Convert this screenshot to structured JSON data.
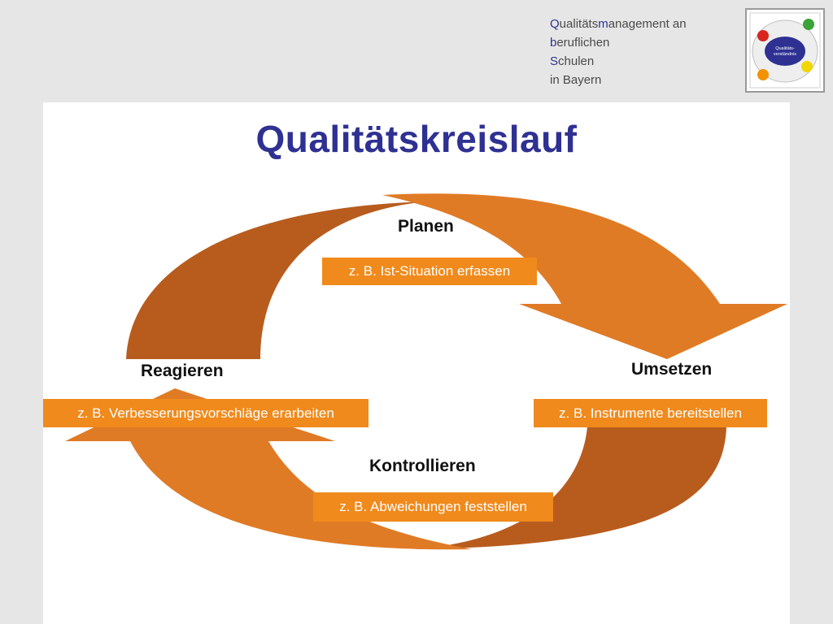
{
  "header": {
    "lines": [
      {
        "initial": "Q",
        "rest": "ualitäts",
        "highlight": "m",
        "tail": "anagement an"
      },
      {
        "initial": "b",
        "rest": "eruflichen"
      },
      {
        "initial": "S",
        "rest": "chulen"
      },
      {
        "initial": "",
        "rest": "in Bayern"
      }
    ]
  },
  "logo": {
    "center_label_1": "Qualitäts-",
    "center_label_2": "verständnis",
    "colors": {
      "red": "#d7261e",
      "green": "#3aa339",
      "yellow": "#f2d600",
      "orange": "#f39200",
      "blue": "#2e3192"
    }
  },
  "title": "Qualitätskreislauf",
  "stages": {
    "plan": {
      "label": "Planen",
      "note": "z. B. Ist-Situation erfassen"
    },
    "do": {
      "label": "Umsetzen",
      "note": "z. B. Instrumente bereitstellen"
    },
    "check": {
      "label": "Kontrollieren",
      "note": "z. B. Abweichungen feststellen"
    },
    "act": {
      "label": "Reagieren",
      "note": "z. B. Verbesserungsvorschläge erarbeiten"
    }
  },
  "colors": {
    "orange_light": "#e07b25",
    "orange_dark": "#b85c1e",
    "note_bg": "#f08a1c",
    "title": "#2e3192"
  }
}
